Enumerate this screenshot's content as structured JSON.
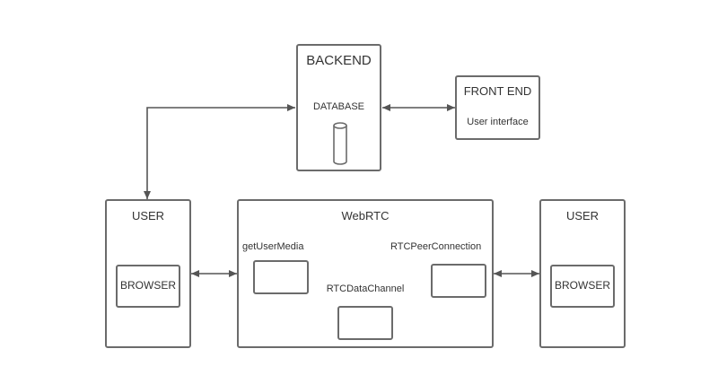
{
  "backend": {
    "title": "BACKEND",
    "database_label": "DATABASE"
  },
  "frontend": {
    "title": "FRONT END",
    "subtitle": "User interface"
  },
  "user_left": {
    "title": "USER",
    "browser_label": "BROWSER"
  },
  "user_right": {
    "title": "USER",
    "browser_label": "BROWSER"
  },
  "webrtc": {
    "title": "WebRTC",
    "get_user_media": "getUserMedia",
    "peer_connection": "RTCPeerConnection",
    "data_channel": "RTCDataChannel"
  },
  "colors": {
    "stroke": "#6b6b6b",
    "text": "#333333",
    "background": "#ffffff"
  }
}
